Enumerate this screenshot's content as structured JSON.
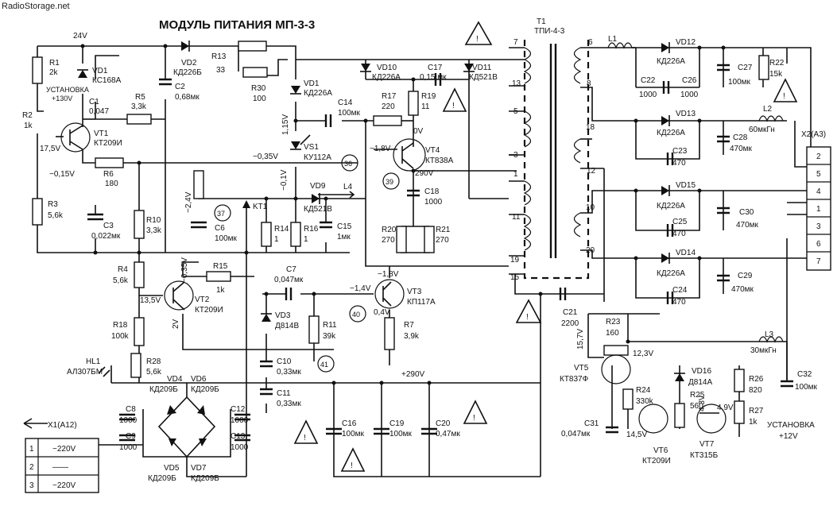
{
  "watermark": "RadioStorage.net",
  "title": "МОДУЛЬ ПИТАНИЯ МП-3-3",
  "transformer": {
    "ref": "T1",
    "type": "ТПИ-4-3",
    "primary_pins": [
      "7",
      "13",
      "5",
      "3",
      "1",
      "11",
      "19",
      "15"
    ],
    "secondary_pins": [
      "6",
      "8",
      "18",
      "12",
      "10",
      "20"
    ]
  },
  "connector_x2": {
    "label": "X2(A3)",
    "pins": [
      "2",
      "5",
      "4",
      "1",
      "3",
      "6",
      "7"
    ]
  },
  "connector_x1": {
    "label": "X1(A12)",
    "rows": [
      {
        "pin": "1",
        "value": "~220V"
      },
      {
        "pin": "2",
        "value": "——"
      },
      {
        "pin": "3",
        "value": "~220V"
      }
    ]
  },
  "voltages": {
    "v24": "24V",
    "v17_5": "17,5V",
    "v_neg015": "−0,15V",
    "v130": "+130V",
    "v115": "1,15V",
    "v_neg035a": "−0,35V",
    "v_neg01": "−0,1V",
    "v_neg24": "−2,4V",
    "v_neg035b": "−0,35V",
    "v135": "13,5V",
    "v2": "2V",
    "v_neg18a": "−1,8V",
    "v0": "0V",
    "v290a": "290V",
    "v_neg18b": "−1,8V",
    "v_neg14": "−1,4V",
    "v04": "0,4V",
    "v290b": "+290V",
    "v157": "15,7V",
    "v123": "12,3V",
    "v145": "14,5V",
    "v43": "4,3V",
    "v49": "4,9V"
  },
  "labels": {
    "setup_top": "УСТАНОВКА",
    "setup_bottom": "УСТАНОВКА",
    "setup_bottom_val": "+12V",
    "kt1": "KT1"
  },
  "test_points": [
    "36",
    "39",
    "37",
    "40",
    "41"
  ],
  "components": {
    "R1": [
      "R1",
      "2k"
    ],
    "VD1a": [
      "VD1",
      "КС168А"
    ],
    "C1": [
      "C1",
      "0,047"
    ],
    "R2": [
      "R2",
      "1k"
    ],
    "VT1": [
      "VT1",
      "КТ209И"
    ],
    "R5": [
      "R5",
      "3,3k"
    ],
    "R6": [
      "R6",
      "180"
    ],
    "R3": [
      "R3",
      "5,6k"
    ],
    "C3": [
      "C3",
      "0,022мк"
    ],
    "R10": [
      "R10",
      "3,3k"
    ],
    "VD2": [
      "VD2",
      "КД226Б"
    ],
    "C2": [
      "C2",
      "0,68мк"
    ],
    "R13": [
      "R13",
      "33"
    ],
    "R30": [
      "R30",
      "100"
    ],
    "VD1b": [
      "VD1",
      "КД226А"
    ],
    "VS1": [
      "VS1",
      "КУ112А"
    ],
    "C14": [
      "C14",
      "100мк"
    ],
    "R17": [
      "R17",
      "220"
    ],
    "R19": [
      "R19",
      "11"
    ],
    "VD10": [
      "VD10",
      "КД226А"
    ],
    "C17": [
      "C17",
      "0,15 мк"
    ],
    "VD11": [
      "VD11",
      "КД521В"
    ],
    "VT4": [
      "VT4",
      "КТ838А"
    ],
    "C18": [
      "C18",
      "1000"
    ],
    "R20": [
      "R20",
      "270"
    ],
    "R21": [
      "R21",
      "270"
    ],
    "VD9": [
      "VD9",
      "КД521В"
    ],
    "L4": [
      "L4",
      ""
    ],
    "C6": [
      "C6",
      "100мк"
    ],
    "R14": [
      "R14",
      "1"
    ],
    "R16": [
      "R16",
      "1"
    ],
    "C15": [
      "C15",
      "1мк"
    ],
    "R4": [
      "R4",
      "5,6k"
    ],
    "R18": [
      "R18",
      "100k"
    ],
    "VT2": [
      "VT2",
      "КТ209И"
    ],
    "R15": [
      "R15",
      "1k"
    ],
    "C7": [
      "C7",
      "0,047мк"
    ],
    "VT3": [
      "VT3",
      "КП117А"
    ],
    "VD3": [
      "VD3",
      "Д814В"
    ],
    "R11": [
      "R11",
      "39k"
    ],
    "R7": [
      "R7",
      "3,9k"
    ],
    "HL1": [
      "HL1",
      "АЛ307БМ"
    ],
    "R28": [
      "R28",
      "5,6k"
    ],
    "C10": [
      "C10",
      "0,33мк"
    ],
    "C11": [
      "C11",
      "0,33мк"
    ],
    "VD4": [
      "VD4",
      "КД209Б"
    ],
    "VD6": [
      "VD6",
      "КД209Б"
    ],
    "VD5": [
      "VD5",
      "КД209Б"
    ],
    "VD7": [
      "VD7",
      "КД209Б"
    ],
    "C8": [
      "C8",
      "1000"
    ],
    "C9": [
      "C9",
      "1000"
    ],
    "C12": [
      "C12",
      "1000"
    ],
    "C13": [
      "C13",
      "1000"
    ],
    "C16": [
      "C16",
      "100мк"
    ],
    "C19": [
      "C19",
      "100мк"
    ],
    "C20": [
      "C20",
      "0,47мк"
    ],
    "C21": [
      "C21",
      "2200"
    ],
    "L1": [
      "L1",
      ""
    ],
    "VD12": [
      "VD12",
      "КД226А"
    ],
    "C22": [
      "C22",
      "1000"
    ],
    "C26": [
      "C26",
      "1000"
    ],
    "C27": [
      "C27",
      "100мк"
    ],
    "R22": [
      "R22",
      "15k"
    ],
    "VD13": [
      "VD13",
      "КД226А"
    ],
    "C23": [
      "C23",
      "470"
    ],
    "L2": [
      "L2",
      "60мкГн"
    ],
    "C28": [
      "C28",
      "470мк"
    ],
    "VD15": [
      "VD15",
      "КД226А"
    ],
    "C25": [
      "C25",
      "470"
    ],
    "C30": [
      "C30",
      "470мк"
    ],
    "VD14": [
      "VD14",
      "КД226А"
    ],
    "C24": [
      "C24",
      "470"
    ],
    "C29": [
      "C29",
      "470мк"
    ],
    "R23": [
      "R23",
      "160"
    ],
    "VT5": [
      "VT5",
      "КТ837Ф"
    ],
    "R24": [
      "R24",
      "330k"
    ],
    "C31": [
      "C31",
      "0,047мк"
    ],
    "VT6": [
      "VT6",
      "КТ209И"
    ],
    "VD16": [
      "VD16",
      "Д814А"
    ],
    "R25": [
      "R25",
      "560"
    ],
    "R26": [
      "R26",
      "820"
    ],
    "R27": [
      "R27",
      "1k"
    ],
    "VT7": [
      "VT7",
      "КТ315Б"
    ],
    "L3": [
      "L3",
      "30мкГн"
    ],
    "C32": [
      "C32",
      "100мк"
    ]
  }
}
